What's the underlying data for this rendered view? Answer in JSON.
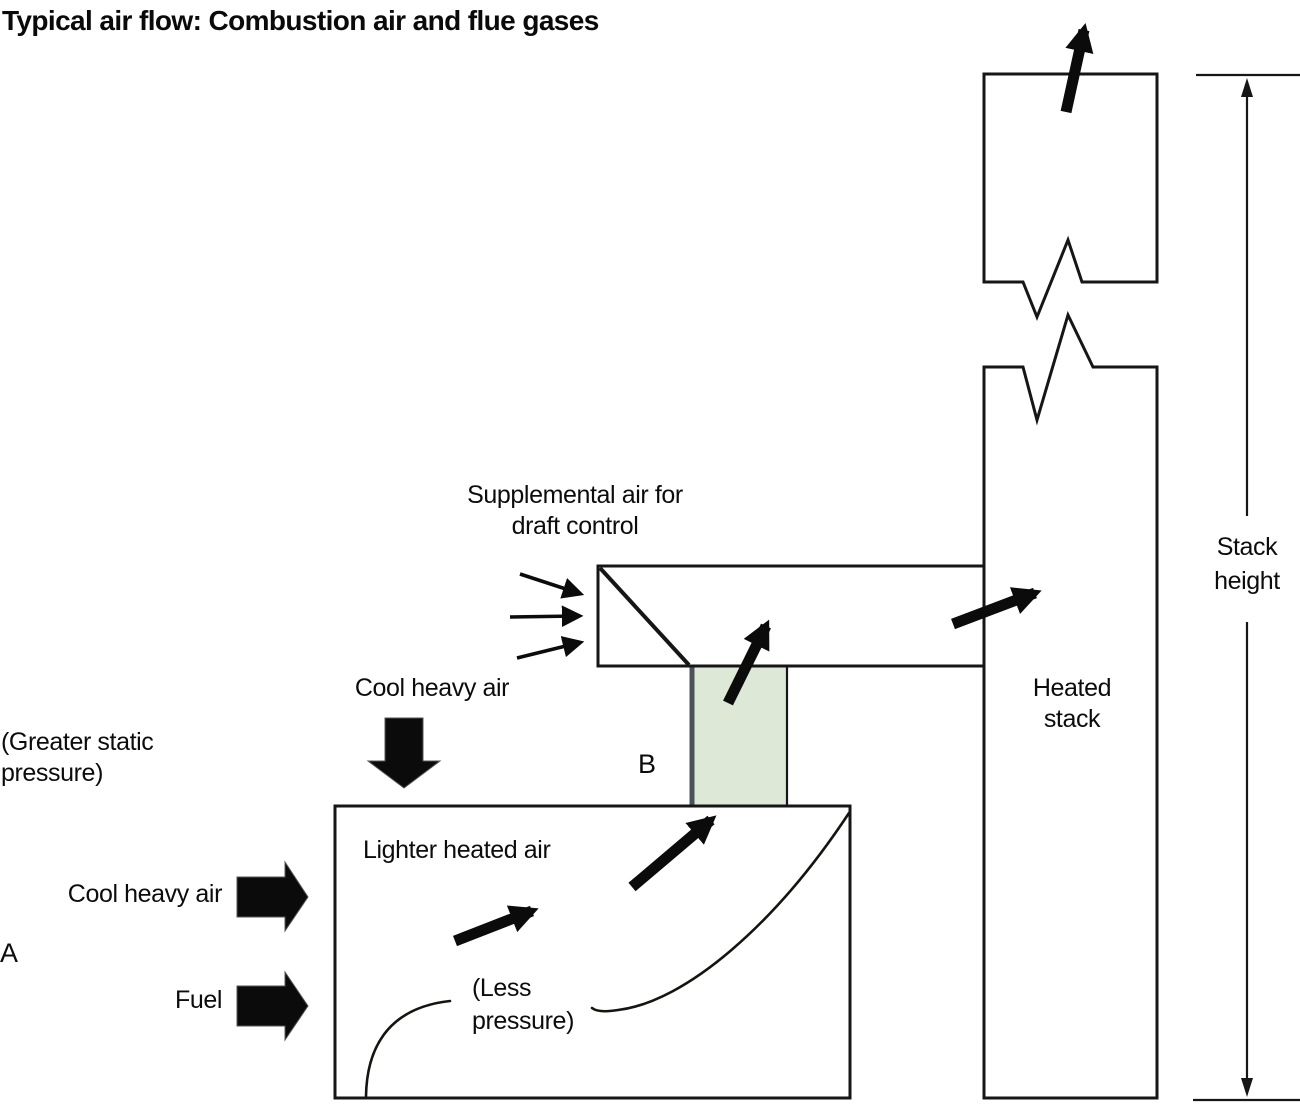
{
  "title": "Typical air flow: Combustion air and flue gases",
  "labels": {
    "supplemental_air": {
      "line1": "Supplemental air for",
      "line2": "draft control"
    },
    "cool_heavy_air_top": "Cool heavy air",
    "greater_static": {
      "line1": "(Greater static",
      "line2": "pressure)"
    },
    "cool_heavy_air_left": "Cool heavy air",
    "point_a": "A",
    "fuel": "Fuel",
    "lighter_heated_air": "Lighter heated air",
    "less_pressure": {
      "line1": "(Less",
      "line2": "pressure)"
    },
    "point_b": "B",
    "heated_stack": {
      "line1": "Heated",
      "line2": "stack"
    },
    "stack_height": {
      "line1": "Stack",
      "line2": "height"
    }
  },
  "colors": {
    "duct_fill": "#dde8d6",
    "outline": "#161616",
    "thick_gray_edge": "#4b535a",
    "arrow_black": "#0b0b0b",
    "background": "#ffffff"
  },
  "icons": {
    "flow_arrow": "thick-diagonal-up-arrow",
    "supplemental_air_arrow": "thin-right-arrow",
    "inlet_arrow": "solid-block-right-arrow",
    "cool_air_down_arrow": "solid-block-down-arrow",
    "stack_break": "zigzag-break-symbol",
    "dimension_line": "double-arrow-vertical-dimension"
  }
}
